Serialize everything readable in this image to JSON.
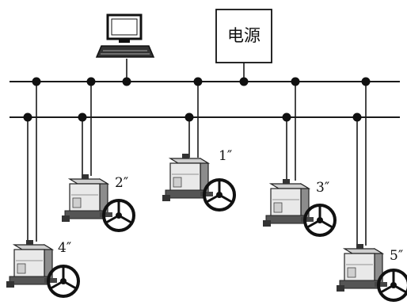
{
  "power_supply": {
    "label": "电源"
  },
  "actuators": [
    {
      "label": "1″"
    },
    {
      "label": "2″"
    },
    {
      "label": "3″"
    },
    {
      "label": "4″"
    },
    {
      "label": "5″"
    }
  ],
  "icons": {
    "computer": "computer-terminal-icon",
    "actuator": "electric-valve-actuator-icon"
  },
  "colors": {
    "line": "#1a1a1a",
    "background": "#ffffff"
  }
}
